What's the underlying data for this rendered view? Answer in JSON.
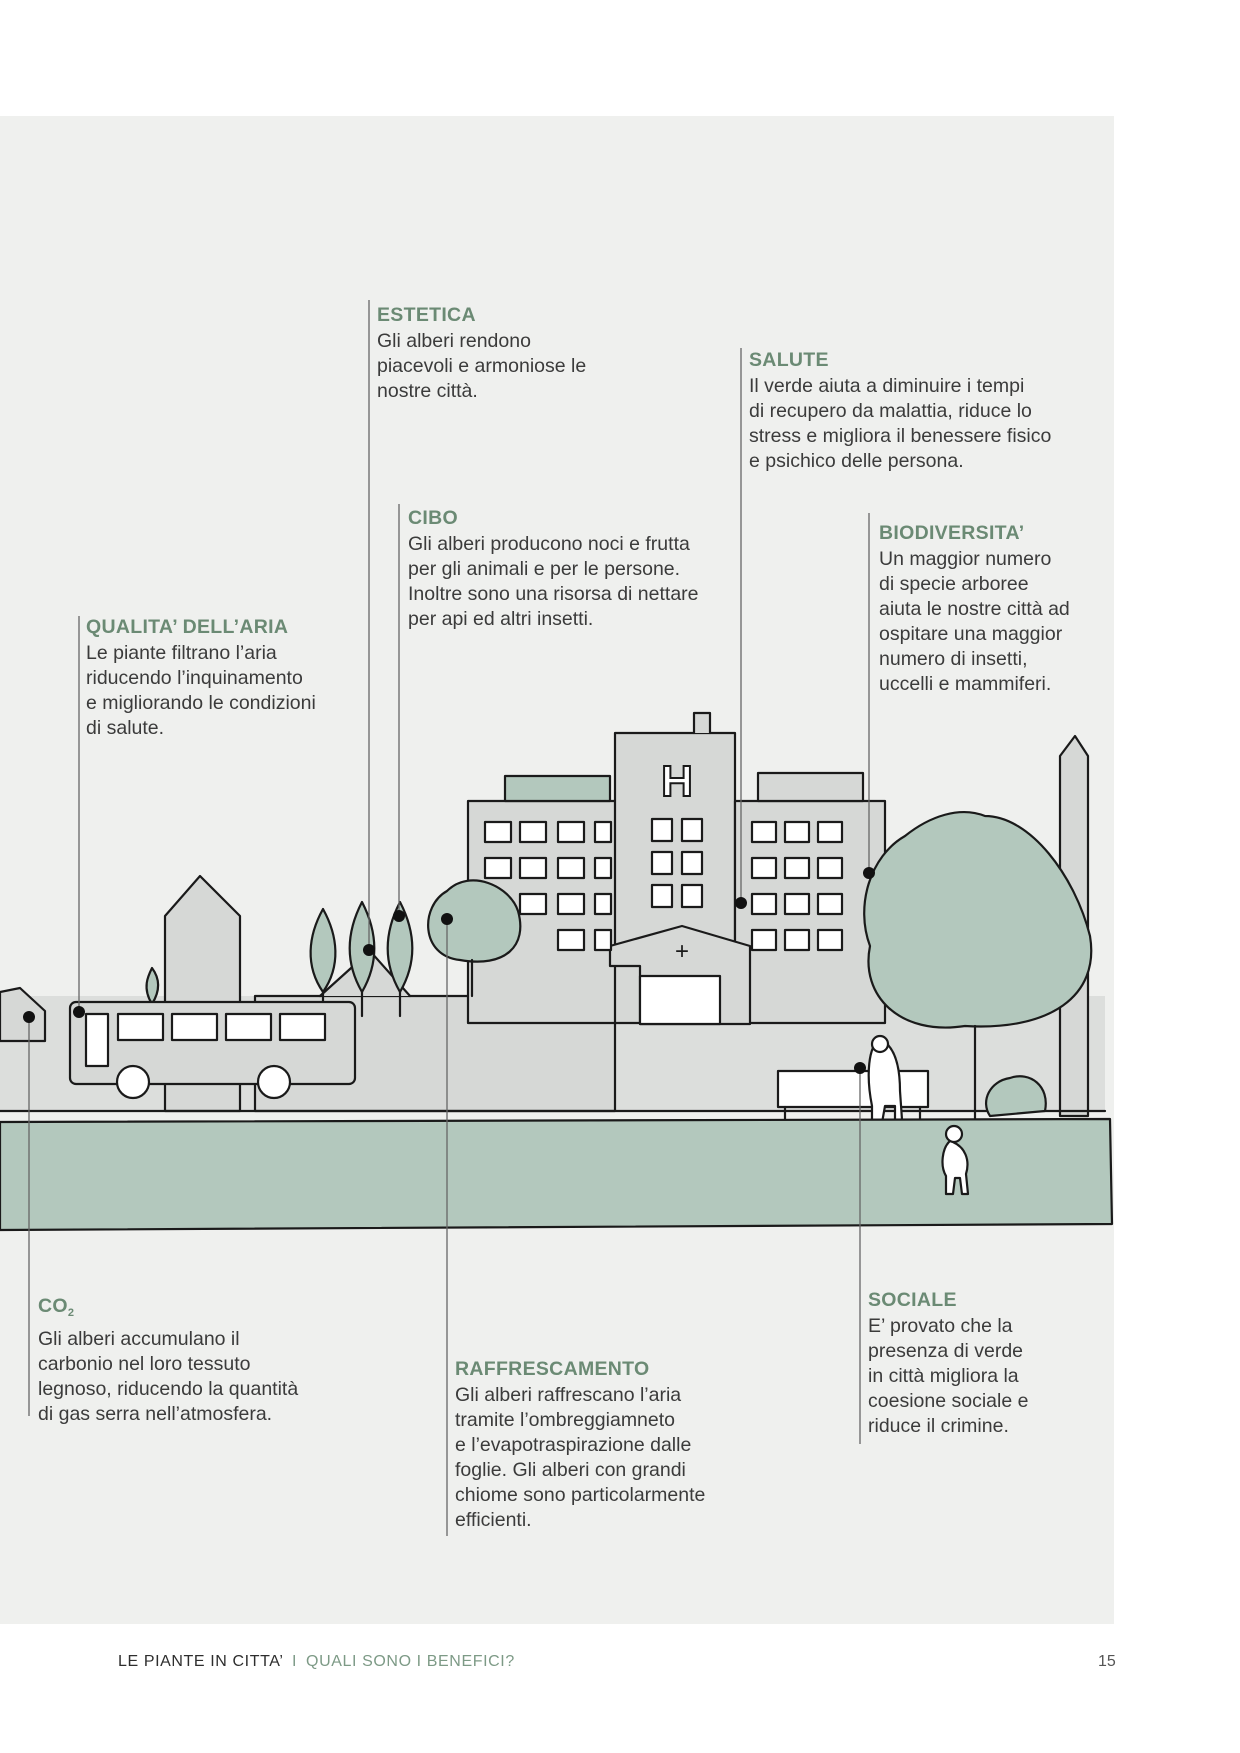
{
  "callouts": {
    "estetica": {
      "title": "ESTETICA",
      "text": "Gli alberi rendono\npiacevoli e armoniose le\nnostre città."
    },
    "salute": {
      "title": "SALUTE",
      "text": "Il verde aiuta a diminuire i tempi\ndi recupero da malattia, riduce lo\nstress e migliora il benessere fisico\ne psichico delle persona."
    },
    "cibo": {
      "title": "CIBO",
      "text": "Gli alberi producono noci e frutta\nper gli animali e per le persone.\nInoltre sono una risorsa di nettare\nper api ed altri insetti."
    },
    "biodiversita": {
      "title": "BIODIVERSITA’",
      "text": "Un maggior numero\ndi specie arboree\naiuta le nostre città ad\nospitare una maggior\nnumero di insetti,\nuccelli e mammiferi."
    },
    "qualita_aria": {
      "title": "QUALITA’ DELL’ARIA",
      "text": "Le piante filtrano l’aria\nriducendo l’inquinamento\ne migliorando le condizioni\ndi salute."
    },
    "co2": {
      "title_main": "CO",
      "title_sub": "2",
      "text": "Gli alberi accumulano il\ncarbonio nel loro tessuto\nlegnoso, riducendo la quantità\ndi gas serra nell’atmosfera."
    },
    "raffrescamento": {
      "title": "RAFFRESCAMENTO",
      "text": "Gli alberi raffrescano l’aria\ntramite l’ombreggiamneto\ne l’evapotraspirazione dalle\nfoglie. Gli alberi con grandi\nchiome sono particolarmente\nefficienti."
    },
    "sociale": {
      "title": "SOCIALE",
      "text": "E’ provato che la\npresenza di verde\nin città migliora la\ncoesione sociale e\nriduce il crimine."
    }
  },
  "illustration": {
    "hospital_sign": "H",
    "cross_sign": "+"
  },
  "colors": {
    "panel": "#eff0ee",
    "accent_green": "#6b8a74",
    "sage_fill": "#b3c8bd",
    "building_fill": "#d6d8d6",
    "ink": "#1a1a1a"
  },
  "footer": {
    "title": "LE PIANTE IN CITTA’",
    "separator": "I",
    "subtitle": "QUALI SONO I BENEFICI?",
    "page_number": "15"
  }
}
